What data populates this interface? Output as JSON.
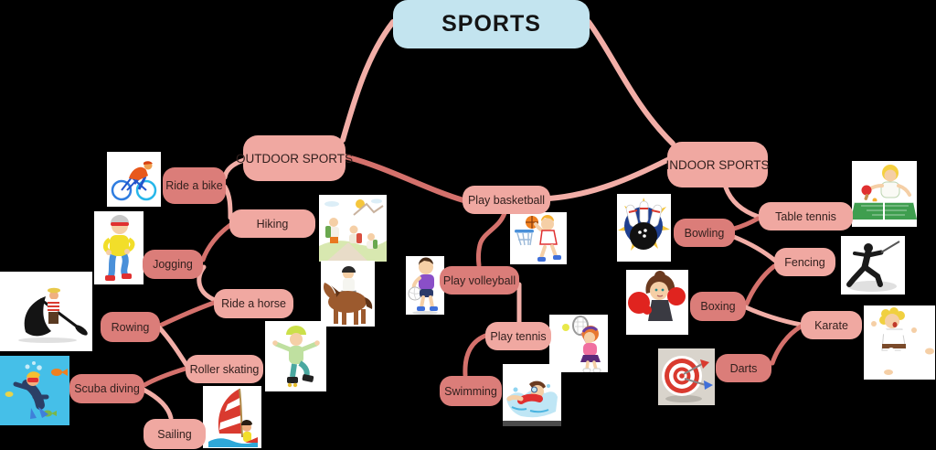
{
  "map": {
    "root": "SPORTS",
    "outdoor": {
      "label": "OUTDOOR SPORTS",
      "children": [
        "Ride a bike",
        "Hiking",
        "Jogging",
        "Ride a horse",
        "Rowing",
        "Roller skating",
        "Scuba diving",
        "Sailing"
      ]
    },
    "middle": {
      "children": [
        "Play basketball",
        "Play volleyball",
        "Play tennis",
        "Swimming"
      ]
    },
    "indoor": {
      "label": "INDOOR SPORTS",
      "children": [
        "Bowling",
        "Table tennis",
        "Fencing",
        "Boxing",
        "Karate",
        "Darts"
      ]
    }
  },
  "images": {
    "ride_a_bike": "cyclist-clipart",
    "jogging": "jogger-clipart",
    "hiking": "hikers-clipart",
    "ride_a_horse": "horse-rider-clipart",
    "rowing": "rower-clipart",
    "scuba_diving": "scuba-diver-clipart",
    "roller_skating": "roller-skater-clipart",
    "sailing": "windsurfer-clipart",
    "play_basketball": "basketball-player-clipart",
    "play_volleyball": "volleyball-player-clipart",
    "play_tennis": "tennis-player-clipart",
    "swimming": "swimmer-clipart",
    "bowling": "bowling-pins-ball-clipart",
    "table_tennis": "table-tennis-player-clipart",
    "fencing": "fencer-clipart",
    "boxing": "boxer-clipart",
    "karate": "karate-kid-clipart",
    "darts": "dartboard-clipart"
  },
  "colors": {
    "root_fill": "#c3e4ef",
    "branch_light": "#f0a8a1",
    "branch_dark": "#db7d79",
    "line_light": "#f2aea7",
    "line_dark": "#d4716c",
    "label_text": "#33201e",
    "background": "#000000"
  }
}
